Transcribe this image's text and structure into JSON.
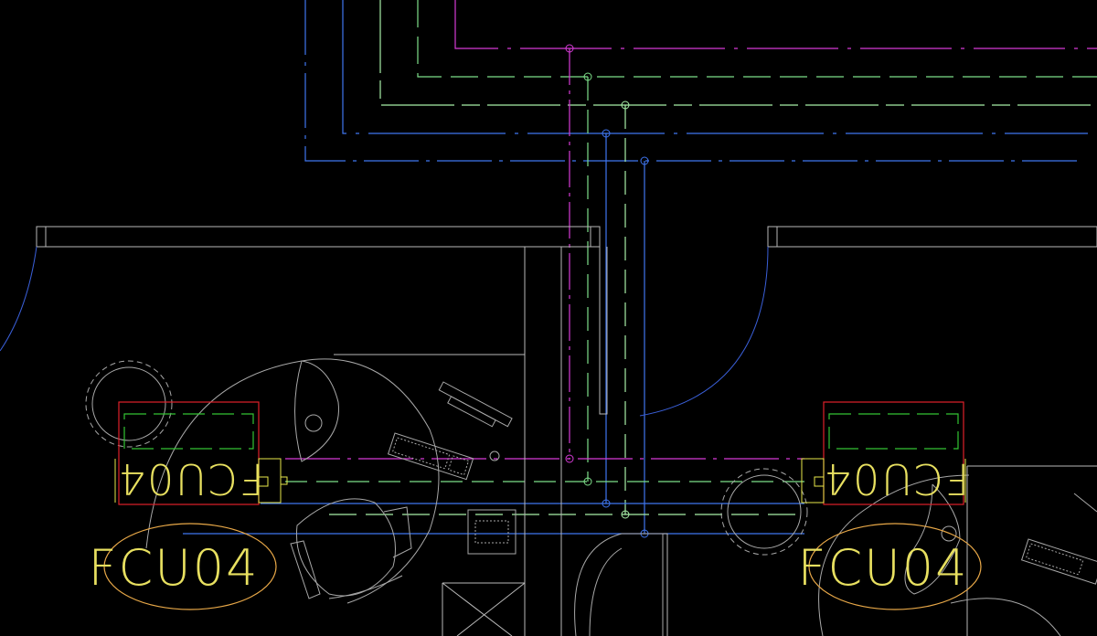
{
  "drawing": {
    "background": "#000000",
    "labels": {
      "unit_tag_left": "FCU04",
      "unit_tag_right": "FCU04",
      "unit_label_left": "FCU04",
      "unit_label_right": "FCU04"
    },
    "colors": {
      "wall": "#b8b8b8",
      "furniture": "#a8a8a8",
      "door_swing": "#3a5fd8",
      "pipe_magenta": "#d63bd6",
      "pipe_green": "#7ee08a",
      "pipe_light_green": "#a8f0a8",
      "pipe_blue": "#3f76f0",
      "fcu_frame": "#e0202a",
      "fcu_inner": "#33c433",
      "fcu_connector": "#e8e84a",
      "tag_ellipse": "#e8a848",
      "tag_text": "#e8e060"
    }
  }
}
